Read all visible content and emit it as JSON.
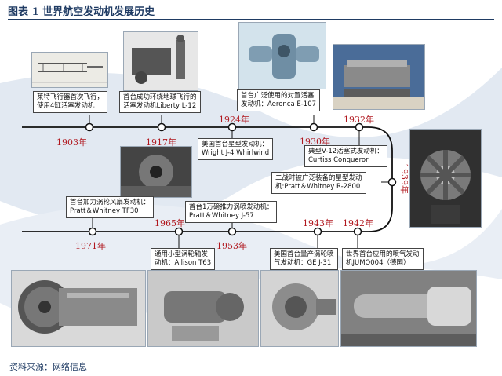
{
  "title": "图表 1 世界航空发动机发展历史",
  "source": "资料来源：网络信息",
  "colors": {
    "title": "#1f3b63",
    "year": "#b0171e",
    "timeline": "#111111",
    "swoosh": "#dde5ef"
  },
  "events": [
    {
      "year": "1903年",
      "label_lines": [
        "莱特飞行器首次飞行，",
        "使用4缸活塞发动机"
      ]
    },
    {
      "year": "1917年",
      "label_lines": [
        "首台成功环绕地球飞行的",
        "活塞发动机Liberty L-12"
      ]
    },
    {
      "year": "1924年",
      "label_lines": [
        "美国首台星型发动机：",
        "Wright J-4 Whirlwind"
      ]
    },
    {
      "year": "1930年",
      "label_lines": [
        "首台广泛使用的对置活塞",
        "发动机：Aeronca E-107"
      ]
    },
    {
      "year": "1932年",
      "label_lines": [
        "典型V-12活塞式发动机：",
        "Curtiss Conqueror"
      ]
    },
    {
      "year": "1939年",
      "label_lines": [
        "二战时被广泛装备的星型发动",
        "机:Pratt＆Whitney R-2800"
      ]
    },
    {
      "year": "1942年",
      "label_lines": [
        "世界首台应用的喷气发动",
        "机JUMO004（德国）"
      ]
    },
    {
      "year": "1943年",
      "label_lines": [
        "美国首台量产涡轮喷",
        "气发动机：GE J-31"
      ]
    },
    {
      "year": "1953年",
      "label_lines": [
        "首台1万磅推力涡喷发动机：",
        "Pratt＆Whitney J-57"
      ]
    },
    {
      "year": "1965年",
      "label_lines": [
        "通用小型涡轮轴发",
        "动机：Allison T63"
      ]
    },
    {
      "year": "1971年",
      "label_lines": [
        "首台加力涡轮风扇发动机：",
        "Pratt＆Whitney TF30"
      ]
    }
  ]
}
